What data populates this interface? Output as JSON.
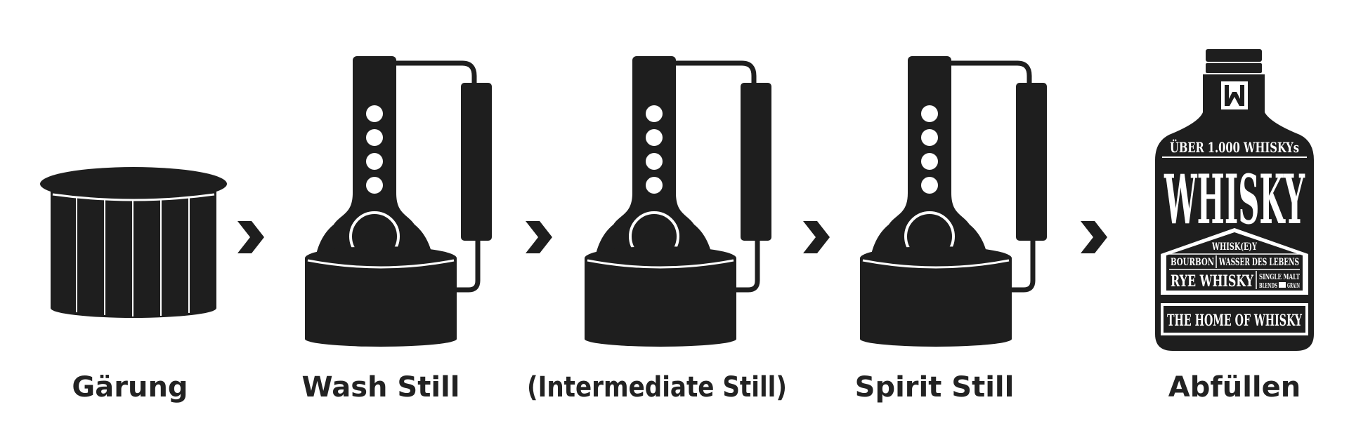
{
  "stages": [
    {
      "label": "Gärung",
      "icon": "fermentation-vat-icon"
    },
    {
      "label": "Wash Still",
      "icon": "pot-still-icon"
    },
    {
      "label": "(Intermediate Still)",
      "icon": "pot-still-icon"
    },
    {
      "label": "Spirit Still",
      "icon": "pot-still-icon"
    },
    {
      "label": "Abfüllen",
      "icon": "whisky-bottle-icon"
    }
  ],
  "bottle": {
    "neck_text": "ÜBER 1.000 WHISKYs",
    "main_text": "WHISKY",
    "sub_text": "WHISK(E)Y",
    "bourbon_text": "BOURBON",
    "wasser_text": "WASSER DES LEBENS",
    "rye_text": "RYE WHISKY",
    "malt_text": "SINGLE MALT",
    "blends_text": "BLENDS",
    "grain_text": "GRAIN",
    "footer_text": "THE HOME OF WHISKY"
  },
  "colors": {
    "icon": "#1e1e1e",
    "text": "#222222",
    "background": "#ffffff"
  }
}
